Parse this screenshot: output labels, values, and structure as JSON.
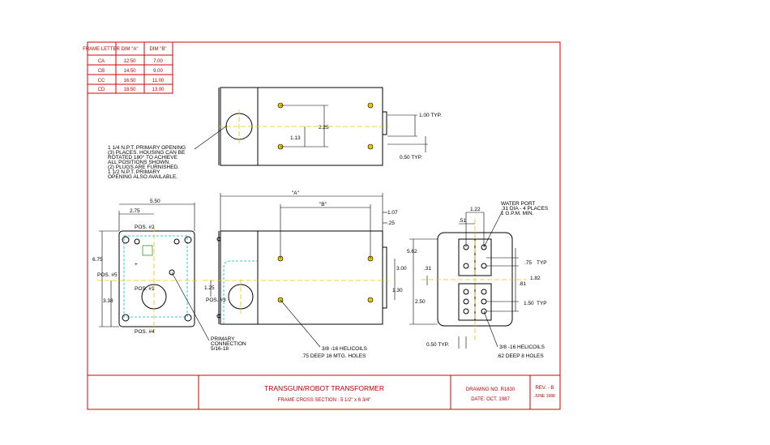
{
  "frame_table": {
    "headers": [
      "FRAME LETTER",
      "DIM \"A\"",
      "DIM \"B\""
    ],
    "rows": [
      [
        "CA",
        "12.50",
        "7.00"
      ],
      [
        "CB",
        "14.50",
        "9.00"
      ],
      [
        "CC",
        "16.50",
        "11.00"
      ],
      [
        "CD",
        "18.50",
        "13.00"
      ]
    ]
  },
  "notes": {
    "primary_opening": [
      "1 1/4 N.P.T. PRIMARY OPENING",
      "(3) PLACES. HOUSING CAN BE",
      "ROTATED 180° TO ACHIEVE",
      "ALL POSITIONS SHOWN.",
      "(2) PLUGS ARE FURNISHED.",
      "1 1/2 N.P.T. PRIMARY",
      "OPENING ALSO AVAILABLE."
    ],
    "water_port": [
      "WATER PORT",
      ".31 DIA - 4 PLACES",
      "1 G.P.M. MIN."
    ],
    "primary_connection": [
      "PRIMARY",
      "CONNECTION",
      "5/16-18"
    ],
    "helicoils_left": [
      "3/8 -16 HELICOILS",
      ".75 DEEP 16 MTG. HOLES"
    ],
    "helicoils_right": [
      "3/8 -16 HELICOILS",
      ".62 DEEP 8 HOLES"
    ]
  },
  "dims": {
    "d1_00": "1.00 TYP.",
    "d0_50a": "0.50 TYP.",
    "d2_25": "2.25",
    "d1_13": "1.13",
    "d5_50": "5.50",
    "d2_75": "2.75",
    "d6_75": "6.75",
    "d3_38": "3.38",
    "d1_25": "1.25",
    "dimA": "\"A\"",
    "dimB": "\"B\"",
    "d1_07": "1.07",
    "d25": ".25",
    "d5_62": "5.62",
    "d3_00": "3.00",
    "d1_30": "1.30",
    "d1_22": "1.22",
    "d51": ".51",
    "d31": ".31",
    "d2_50": "2.50",
    "d75": ".75",
    "typ": "TYP",
    "d1_82": "1.82",
    "d81": ".81",
    "d1_50": "1.50",
    "typ2": "TYP",
    "d0_50b": "0.50 TYP."
  },
  "positions": {
    "pos2": "POS. #2",
    "pos1": "POS. #1",
    "pos5": "POS. #5",
    "pos3": "POS. #3",
    "pos4": "POS. #4"
  },
  "title_block": {
    "title": "TRANSGUN/ROBOT  TRANSFORMER",
    "subtitle": "FRAME CROSS SECTION : 5 1/2\" x 6 3/4\"",
    "drawing_no": "DRAWING NO. R1830",
    "date": "DATE: OCT. 1987",
    "rev": "REV. - B",
    "rev_date": "JUNE 1988"
  },
  "colors": {
    "border": "#d40000",
    "centerline": "#e8c800",
    "hidden": "#00b8c8",
    "title_text": "#c00000"
  }
}
